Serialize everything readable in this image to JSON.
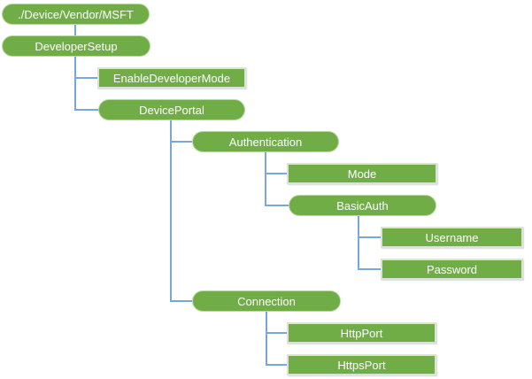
{
  "diagram": {
    "type": "hierarchy-tree",
    "description": "Configuration service provider node tree",
    "colors": {
      "node_fill": "#70AD47",
      "node_text": "#FFFFFF",
      "connector": "#7AA7DB",
      "rect_border": "#DCE3D5",
      "pill_border": "#BCD8A4",
      "background": "#FFFFFF"
    },
    "nodes": [
      {
        "label": "./Device/Vendor/MSFT",
        "shape": "pill",
        "level": 0
      },
      {
        "label": "DeveloperSetup",
        "shape": "pill",
        "level": 1
      },
      {
        "label": "EnableDeveloperMode",
        "shape": "rect",
        "level": 2
      },
      {
        "label": "DevicePortal",
        "shape": "pill",
        "level": 2
      },
      {
        "label": "Authentication",
        "shape": "pill",
        "level": 3
      },
      {
        "label": "Mode",
        "shape": "rect",
        "level": 4
      },
      {
        "label": "BasicAuth",
        "shape": "pill",
        "level": 4
      },
      {
        "label": "Username",
        "shape": "rect",
        "level": 5
      },
      {
        "label": "Password",
        "shape": "rect",
        "level": 5
      },
      {
        "label": "Connection",
        "shape": "pill",
        "level": 3
      },
      {
        "label": "HttpPort",
        "shape": "rect",
        "level": 4
      },
      {
        "label": "HttpsPort",
        "shape": "rect",
        "level": 4
      }
    ],
    "edges": [
      [
        "./Device/Vendor/MSFT",
        "DeveloperSetup"
      ],
      [
        "DeveloperSetup",
        "EnableDeveloperMode"
      ],
      [
        "DeveloperSetup",
        "DevicePortal"
      ],
      [
        "DevicePortal",
        "Authentication"
      ],
      [
        "DevicePortal",
        "Connection"
      ],
      [
        "Authentication",
        "Mode"
      ],
      [
        "Authentication",
        "BasicAuth"
      ],
      [
        "BasicAuth",
        "Username"
      ],
      [
        "BasicAuth",
        "Password"
      ],
      [
        "Connection",
        "HttpPort"
      ],
      [
        "Connection",
        "HttpsPort"
      ]
    ]
  }
}
